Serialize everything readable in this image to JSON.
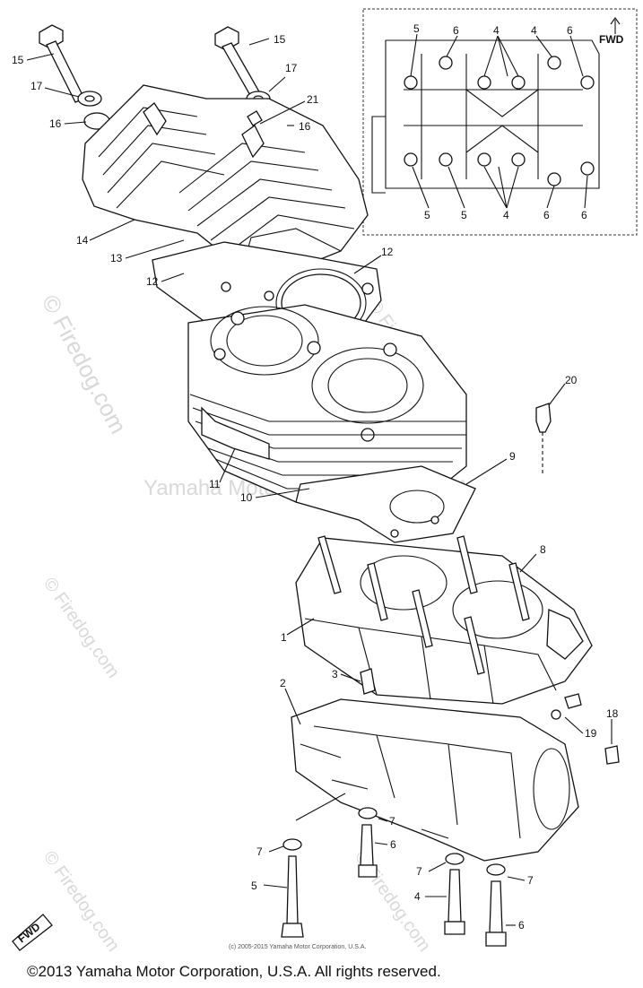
{
  "watermarks": {
    "center": "Yamaha Motor Corporation, U.S.A.",
    "diagonal": "© Firedog.com"
  },
  "fwd_label": "FWD",
  "small_copyright": "(c) 2005-2015 Yamaha Motor Corporation, U.S.A.",
  "copyright": "©2013 Yamaha Motor Corporation, U.S.A. All rights reserved.",
  "callouts": [
    {
      "id": "c15a",
      "text": "15"
    },
    {
      "id": "c15b",
      "text": "15"
    },
    {
      "id": "c17a",
      "text": "17"
    },
    {
      "id": "c17b",
      "text": "17"
    },
    {
      "id": "c16a",
      "text": "16"
    },
    {
      "id": "c16b",
      "text": "16"
    },
    {
      "id": "c21",
      "text": "21"
    },
    {
      "id": "c14",
      "text": "14"
    },
    {
      "id": "c13",
      "text": "13"
    },
    {
      "id": "c12a",
      "text": "12"
    },
    {
      "id": "c12b",
      "text": "12"
    },
    {
      "id": "c11",
      "text": "11"
    },
    {
      "id": "c10",
      "text": "10"
    },
    {
      "id": "c9",
      "text": "9"
    },
    {
      "id": "c20",
      "text": "20"
    },
    {
      "id": "c8",
      "text": "8"
    },
    {
      "id": "c1",
      "text": "1"
    },
    {
      "id": "c3",
      "text": "3"
    },
    {
      "id": "c2",
      "text": "2"
    },
    {
      "id": "c18",
      "text": "18"
    },
    {
      "id": "c19",
      "text": "19"
    },
    {
      "id": "c7a",
      "text": "7"
    },
    {
      "id": "c7b",
      "text": "7"
    },
    {
      "id": "c7c",
      "text": "7"
    },
    {
      "id": "c7d",
      "text": "7"
    },
    {
      "id": "c6a",
      "text": "6"
    },
    {
      "id": "c6b",
      "text": "6"
    },
    {
      "id": "c5",
      "text": "5"
    },
    {
      "id": "c4",
      "text": "4"
    }
  ],
  "inset_labels": {
    "top": [
      "5",
      "6",
      "4",
      "4",
      "6"
    ],
    "bottom": [
      "5",
      "5",
      "4",
      "6",
      "6"
    ]
  }
}
